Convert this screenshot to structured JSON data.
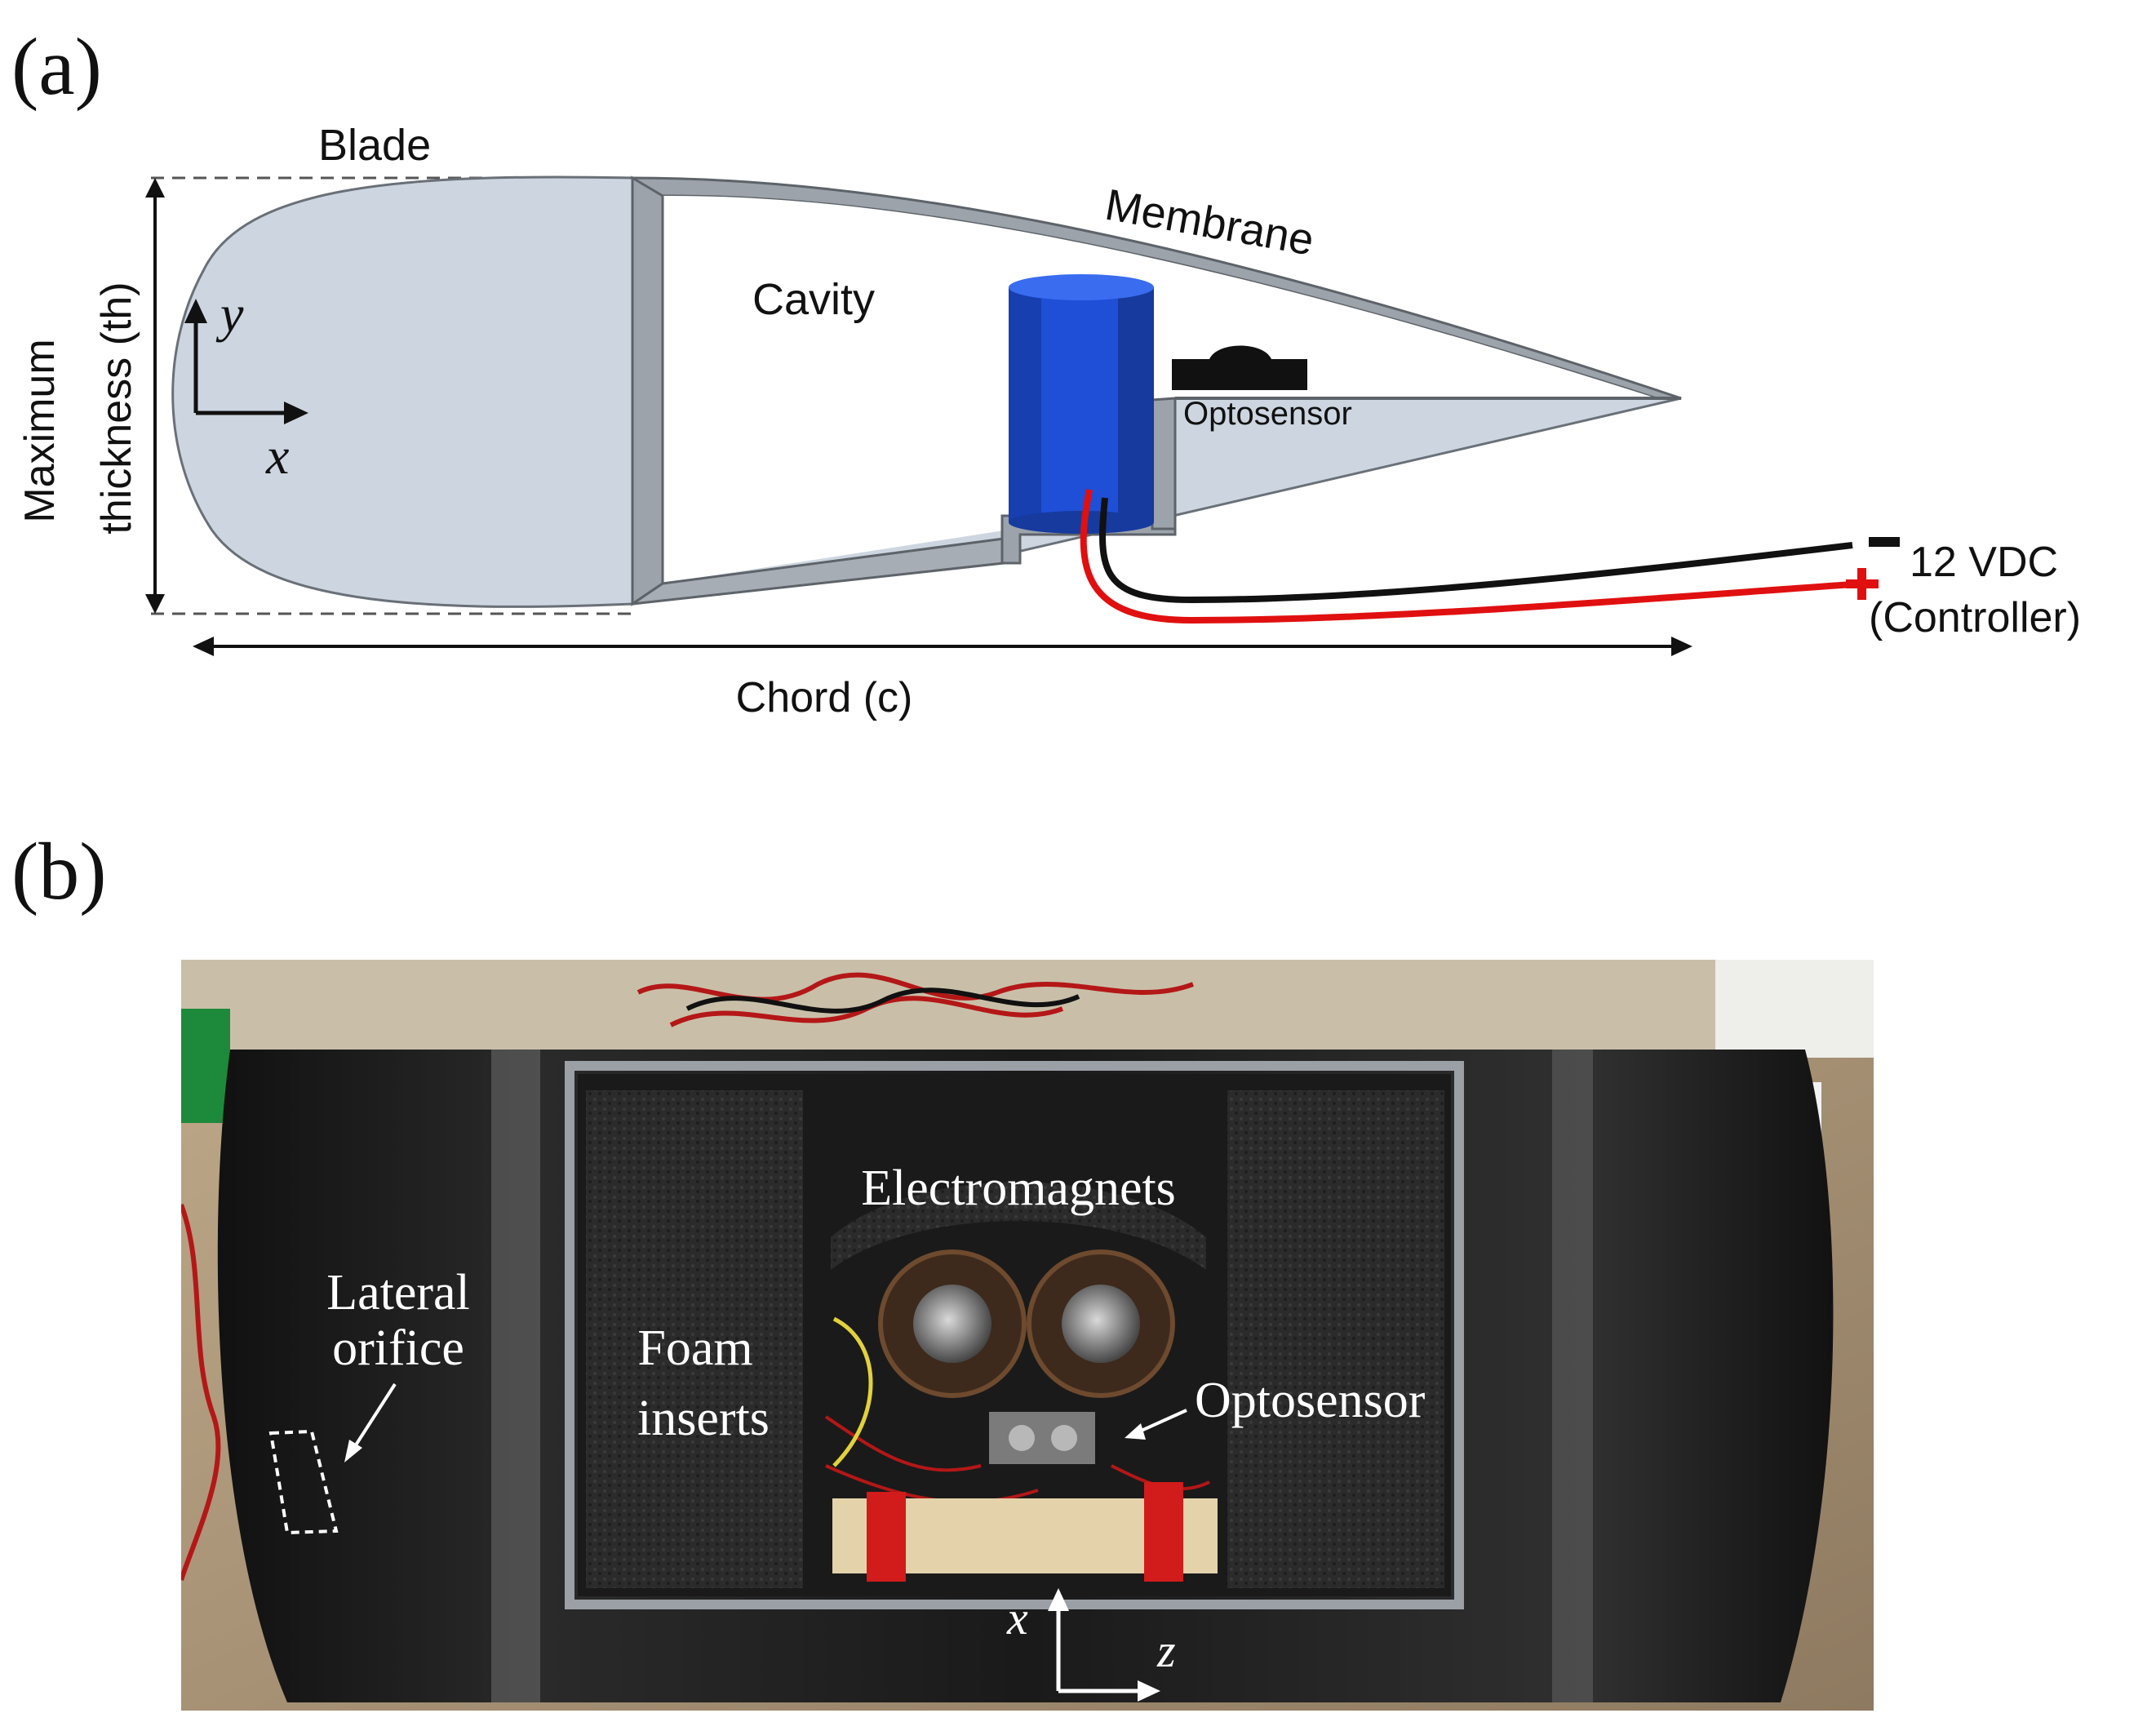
{
  "panel_a": {
    "label": "(a)",
    "blade": "Blade",
    "membrane": "Membrane",
    "cavity": "Cavity",
    "optosensor": "Optosensor",
    "axis_y": "y",
    "axis_x": "x",
    "thickness_line1": "Maximum",
    "thickness_line2": "thickness (th)",
    "chord": "Chord (c)",
    "voltage": "12 VDC",
    "controller": "(Controller)",
    "minus": "-",
    "plus": "+",
    "colors": {
      "blade_fill": "#cdd6e0",
      "frame_fill": "#9da3aa",
      "magnet": "#1f4fd6",
      "wire_red": "#e01010",
      "wire_black": "#111111"
    }
  },
  "panel_b": {
    "label": "(b)",
    "electromagnets": "Electromagnets",
    "lateral_line1": "Lateral",
    "lateral_line2": "orifice",
    "foam_line1": "Foam",
    "foam_line2": "inserts",
    "optosensor": "Optosensor",
    "axis_x": "x",
    "axis_z": "z"
  }
}
